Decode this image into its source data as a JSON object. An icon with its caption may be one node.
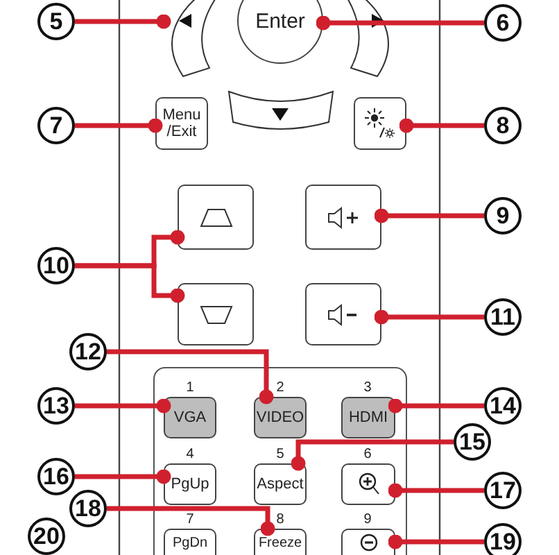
{
  "diagram": {
    "nodes": [
      {
        "text": [
          "5"
        ]
      },
      {
        "text": [],
        "shape": "arc"
      },
      {
        "text": [
          "Enter"
        ]
      },
      {
        "text": [],
        "shape": "arc"
      },
      {
        "text": [
          "6"
        ]
      },
      {
        "text": [],
        "shape": "arc"
      },
      {
        "text": [
          "7"
        ]
      },
      {
        "text": [
          "Menu /Exit"
        ]
      },
      {
        "text": [],
        "shape": "box"
      },
      {
        "text": [
          "8"
        ]
      },
      {
        "text": [],
        "shape": "box"
      },
      {
        "text": [],
        "shape": "box"
      },
      {
        "text": [
          "9"
        ]
      },
      {
        "text": [
          "10"
        ]
      },
      {
        "text": [],
        "shape": "box"
      },
      {
        "text": [],
        "shape": "box"
      },
      {
        "text": [
          "11"
        ]
      },
      {
        "text": [
          "12"
        ]
      },
      {
        "text": [
          "13"
        ]
      },
      {
        "text": [
          "VGA"
        ]
      },
      {
        "text": [
          "VIDEO"
        ]
      },
      {
        "text": [
          "HDMI"
        ]
      },
      {
        "text": [
          "14"
        ]
      },
      {
        "text": [
          "15"
        ]
      },
      {
        "text": [
          "16"
        ]
      },
      {
        "text": [
          "PgUp"
        ]
      },
      {
        "text": [
          "Aspect"
        ]
      },
      {
        "text": [],
        "shape": "box"
      },
      {
        "text": [
          "17"
        ]
      },
      {
        "text": [
          "18"
        ]
      },
      {
        "text": [
          "PgDn"
        ]
      },
      {
        "text": [
          "Freeze"
        ]
      },
      {
        "text": [],
        "shape": "box"
      },
      {
        "text": [
          "19"
        ]
      },
      {
        "text": [
          "20"
        ]
      }
    ],
    "edges": [
      {
        "from": 0,
        "to": 1,
        "arrow": "other"
      },
      {
        "from": 4,
        "to": 2,
        "arrow": "other"
      },
      {
        "from": 6,
        "to": 7,
        "arrow": "other"
      },
      {
        "from": 9,
        "to": 8,
        "arrow": "other"
      },
      {
        "from": 12,
        "to": 11,
        "arrow": "other"
      },
      {
        "from": 13,
        "to": 10,
        "arrow": "other"
      },
      {
        "from": 13,
        "to": 14,
        "arrow": "other"
      },
      {
        "from": 16,
        "to": 15,
        "arrow": "other"
      },
      {
        "from": 17,
        "to": 20,
        "arrow": "other"
      },
      {
        "from": 18,
        "to": 19,
        "arrow": "other"
      },
      {
        "from": 22,
        "to": 21,
        "arrow": "other"
      },
      {
        "from": 23,
        "to": 26,
        "arrow": "other"
      },
      {
        "from": 24,
        "to": 25,
        "arrow": "other"
      },
      {
        "from": 28,
        "to": 27,
        "arrow": "other"
      },
      {
        "from": 29,
        "to": 31,
        "arrow": "other"
      },
      {
        "from": 33,
        "to": 32,
        "arrow": "other"
      }
    ],
    "labels": [
      "1",
      "2",
      "3",
      "4",
      "5",
      "6",
      "7",
      "8",
      "9"
    ]
  }
}
